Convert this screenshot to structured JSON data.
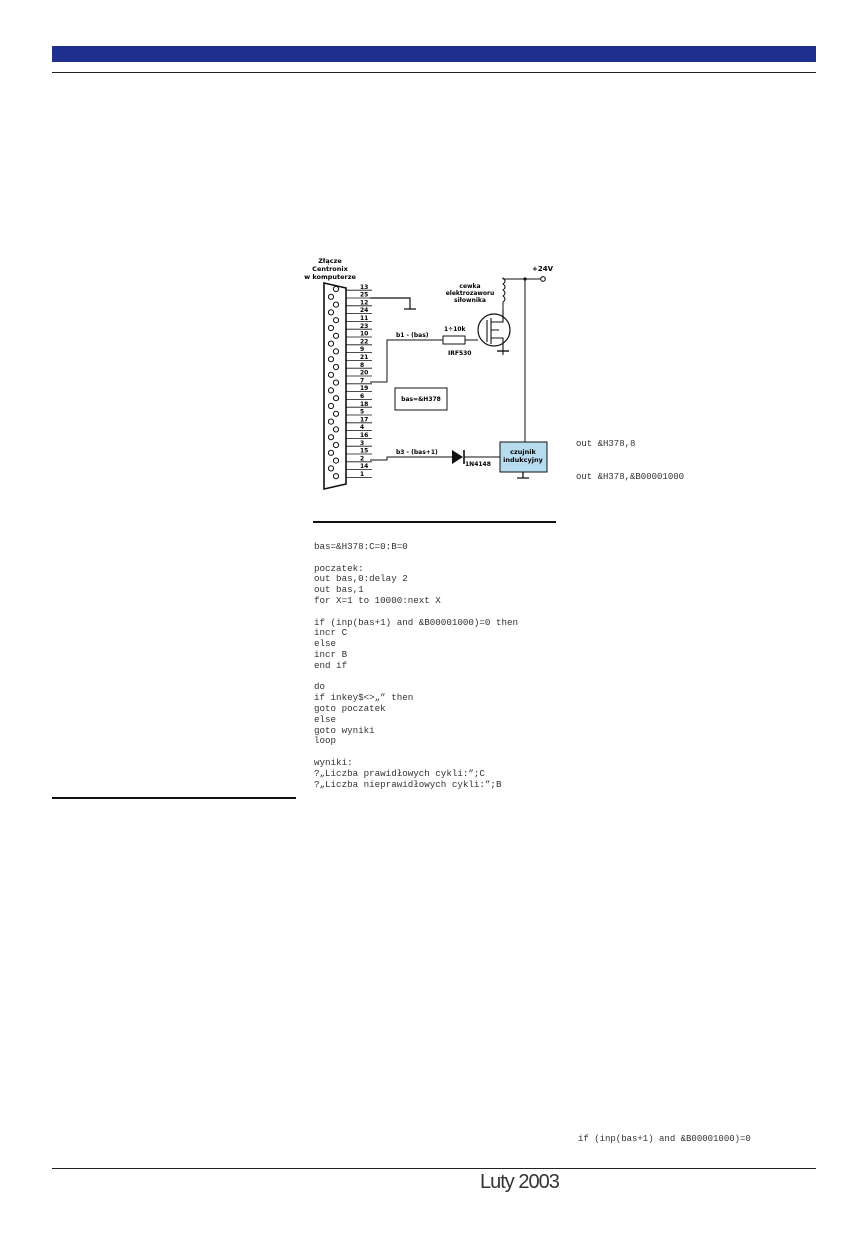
{
  "footer": {
    "date": "Luty 2003"
  },
  "diagram": {
    "connector_label_lines": [
      "Złącze",
      "Centronix",
      "w komputerze"
    ],
    "pins": [
      "13",
      "25",
      "12",
      "24",
      "11",
      "23",
      "10",
      "22",
      "9",
      "21",
      "8",
      "20",
      "7",
      "19",
      "6",
      "18",
      "5",
      "17",
      "4",
      "16",
      "3",
      "15",
      "2",
      "14",
      "1"
    ],
    "supply_label": "+24V",
    "coil_label_lines": [
      "cewka",
      "elektrozaworu",
      "siłownika"
    ],
    "resistor_label": "1÷10k",
    "transistor_label": "IRF530",
    "b1_label": "b1 - (bas)",
    "b3_label": "b3 - (bas+1)",
    "diode_label": "1N4148",
    "bas_box_label": "bas=&H378",
    "sensor_label_lines": [
      "czujnik",
      "indukcyjny"
    ]
  },
  "side_code": {
    "out1": "out &H378,8",
    "out2": "out &H378,&B00001000",
    "if_line": "if (inp(bas+1) and &B00001000)=0"
  },
  "code_lines": [
    "bas=&H378:C=0:B=0",
    "",
    "poczatek:",
    "out bas,0:delay 2",
    "out bas,1",
    "for X=1 to 10000:next X",
    "",
    "if (inp(bas+1) and &B00001000)=0 then",
    "incr C",
    "else",
    "incr B",
    "end if",
    "",
    "do",
    "if inkey$<>„” then",
    "goto poczatek",
    "else",
    "goto wyniki",
    "loop",
    "",
    "wyniki:",
    "?„Liczba prawidłowych cykli:”;C",
    "?„Liczba nieprawidłowych cykli:”;B"
  ]
}
